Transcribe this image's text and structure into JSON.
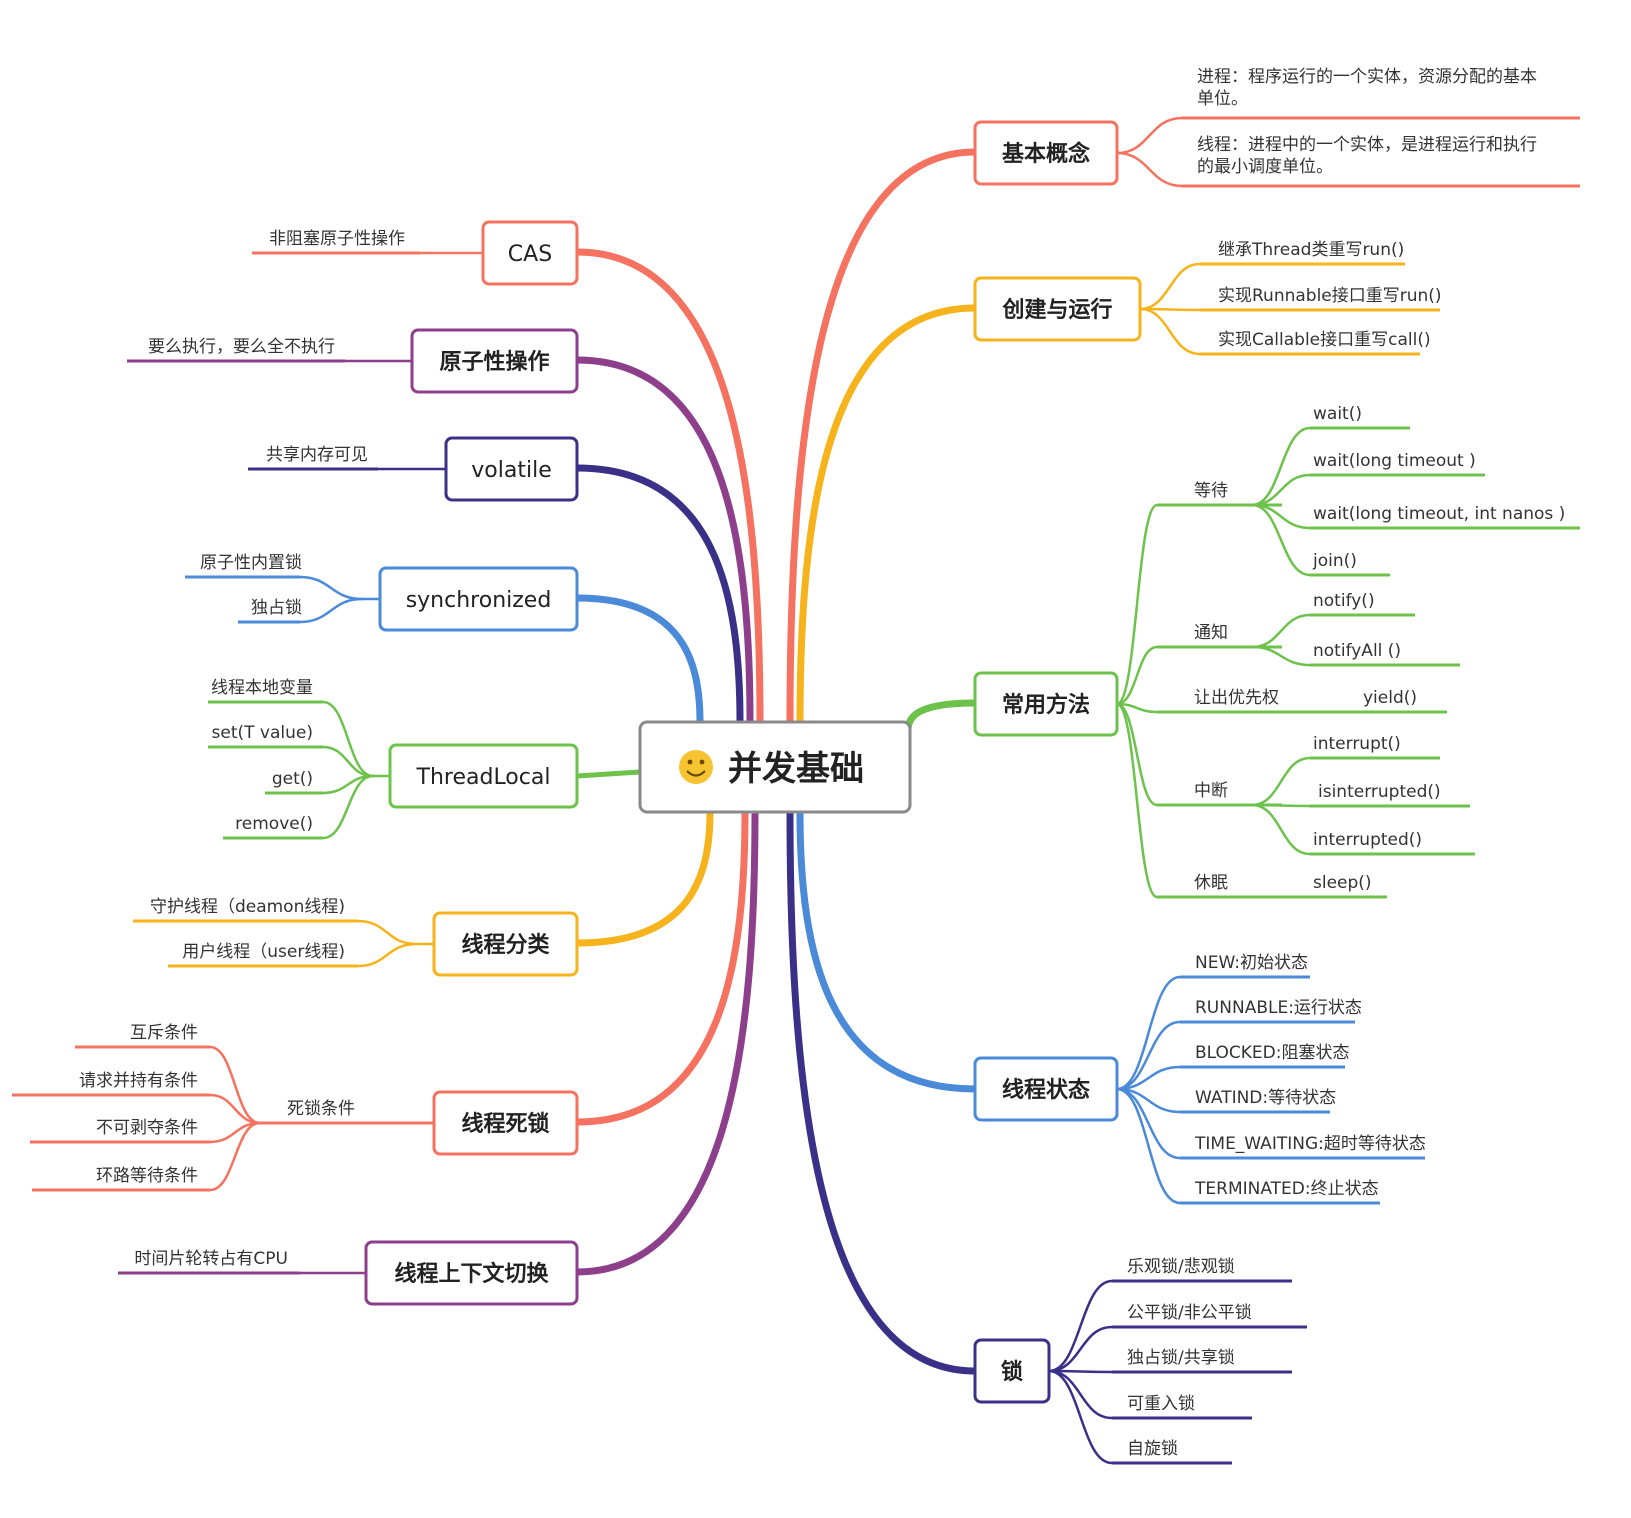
{
  "root": {
    "label": "并发基础",
    "icon": "smiley-face-icon"
  },
  "colors": {
    "red": "#F4725F",
    "orange": "#F6B31B",
    "green": "#6CC24A",
    "blue": "#4A8AD8",
    "navy": "#3B3087",
    "purple": "#8E3F8C",
    "gray": "#8A8A8A"
  },
  "branches": {
    "basic_concept": {
      "label": "基本概念",
      "children": [
        "进程：程序运行的一个实体，资源分配的基本单位。",
        "线程：进程中的一个实体，是进程运行和执行的最小调度单位。"
      ]
    },
    "create_run": {
      "label": "创建与运行",
      "children": [
        "继承Thread类重写run()",
        "实现Runnable接口重写run()",
        "实现Callable接口重写call()"
      ]
    },
    "common_methods": {
      "label": "常用方法",
      "groups": [
        {
          "label": "等待",
          "children": [
            "wait()",
            "wait(long timeout )",
            "wait(long timeout, int nanos )",
            "join()"
          ]
        },
        {
          "label": "通知",
          "children": [
            "notify()",
            "notifyAll ()"
          ]
        },
        {
          "label": "让出优先权",
          "children": [
            "yield()"
          ]
        },
        {
          "label": "中断",
          "children": [
            "interrupt()",
            "isinterrupted()",
            "interrupted()"
          ]
        },
        {
          "label": "休眠",
          "children": [
            "sleep()"
          ]
        }
      ]
    },
    "thread_state": {
      "label": "线程状态",
      "children": [
        "NEW:初始状态",
        "RUNNABLE:运行状态",
        "BLOCKED:阻塞状态",
        "WATIND:等待状态",
        "TIME_WAITING:超时等待状态",
        "TERMINATED:终止状态"
      ]
    },
    "locks": {
      "label": "锁",
      "children": [
        "乐观锁/悲观锁",
        "公平锁/非公平锁",
        "独占锁/共享锁",
        "可重入锁",
        "自旋锁"
      ]
    },
    "cas": {
      "label": "CAS",
      "children": [
        "非阻塞原子性操作"
      ]
    },
    "atomic": {
      "label": "原子性操作",
      "children": [
        "要么执行，要么全不执行"
      ]
    },
    "volatile": {
      "label": "volatile",
      "children": [
        "共享内存可见"
      ]
    },
    "synchronized": {
      "label": "synchronized",
      "children": [
        "原子性内置锁",
        "独占锁"
      ]
    },
    "threadlocal": {
      "label": "ThreadLocal",
      "children": [
        "线程本地变量",
        "set(T value)",
        "get()",
        "remove()"
      ]
    },
    "thread_type": {
      "label": "线程分类",
      "children": [
        "守护线程（deamon线程)",
        "用户线程（user线程)"
      ]
    },
    "deadlock": {
      "label": "线程死锁",
      "group": "死锁条件",
      "children": [
        "互斥条件",
        "请求并持有条件",
        "不可剥夺条件",
        "环路等待条件"
      ]
    },
    "context_switch": {
      "label": "线程上下文切换",
      "children": [
        "时间片轮转占有CPU"
      ]
    }
  }
}
